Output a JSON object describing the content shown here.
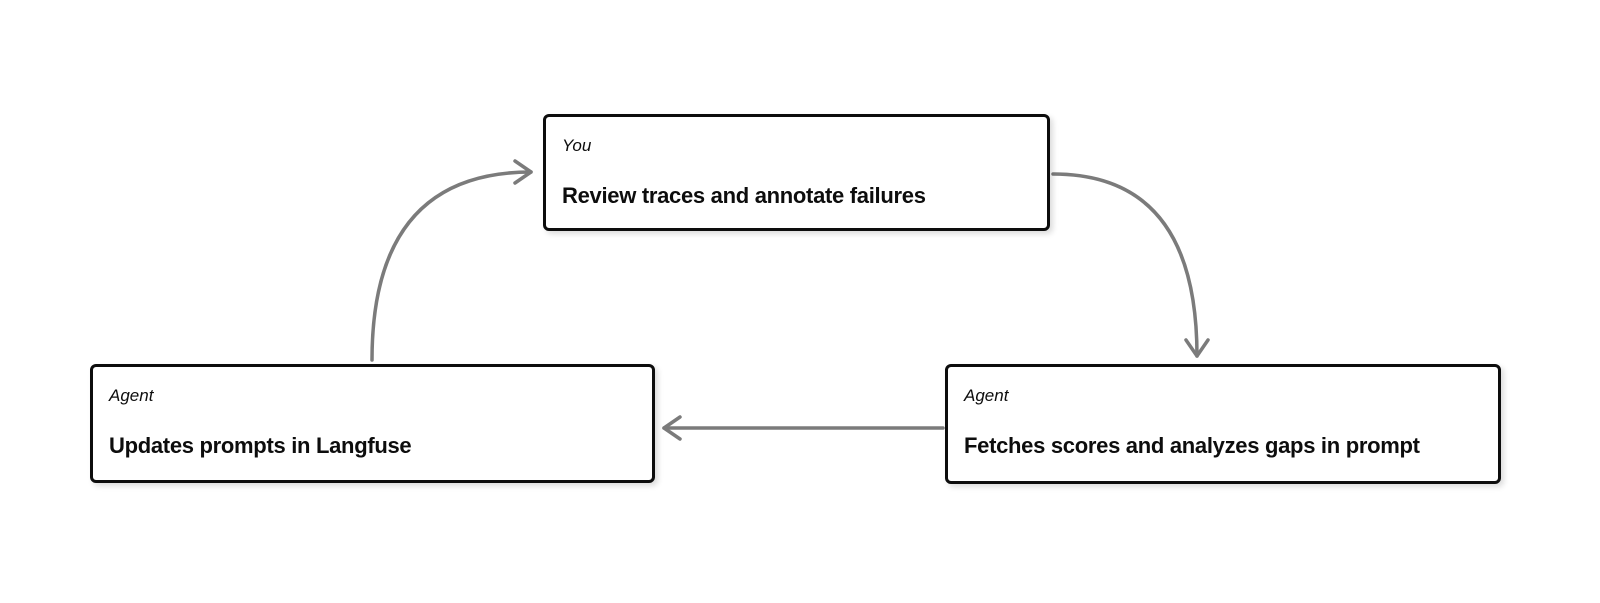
{
  "diagram": {
    "background_color": "#ffffff",
    "node_fill_color": "#ffffff",
    "node_border_color": "#0d0d0d",
    "text_color": "#0d0d0d",
    "arrow_color": "#7b7b7b",
    "nodes": {
      "you_review": {
        "role": "You",
        "title": "Review traces and annotate failures"
      },
      "agent_update": {
        "role": "Agent",
        "title": "Updates prompts in Langfuse"
      },
      "agent_fetch": {
        "role": "Agent",
        "title": "Fetches scores and analyzes gaps in prompt"
      }
    },
    "edges": [
      {
        "from": "agent_update",
        "to": "you_review",
        "style": "curved"
      },
      {
        "from": "you_review",
        "to": "agent_fetch",
        "style": "curved"
      },
      {
        "from": "agent_fetch",
        "to": "agent_update",
        "style": "straight"
      }
    ]
  }
}
